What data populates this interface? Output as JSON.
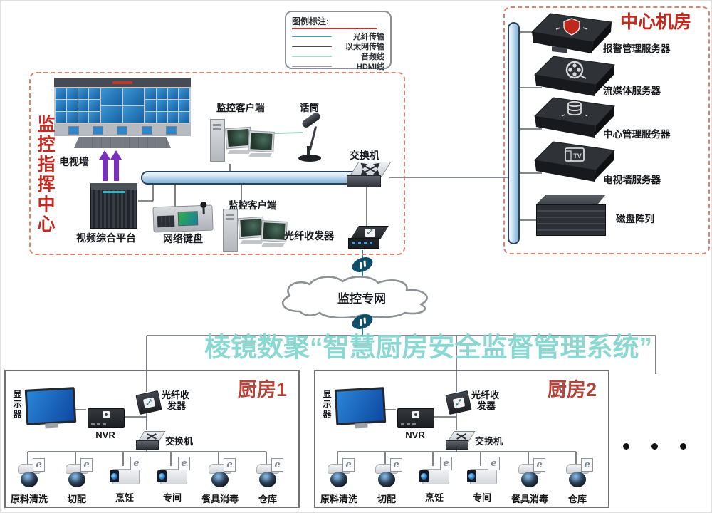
{
  "watermark": {
    "text": "棱镜数聚“智慧厨房安全监督管理系统”",
    "color": "#82d5d0"
  },
  "legend": {
    "title": "图例标注:",
    "items": [
      {
        "label": "光纤传输",
        "color": "#5899a8"
      },
      {
        "label": "以太网传输",
        "color": "#4e4e56"
      },
      {
        "label": "音频线",
        "color": "#a9d9c6"
      },
      {
        "label": "HDMI线",
        "color": "#9b94a4"
      }
    ]
  },
  "command_center": {
    "title": "监控指挥中心",
    "tv_wall_label": "电视墙",
    "platform_label": "视频综合平台",
    "keyboard_label": "网络键盘",
    "client1_label": "监控客户端",
    "client2_label": "监控客户端",
    "mic_label": "话筒",
    "switch_label": "交换机",
    "fiber_label": "光纤收发器"
  },
  "machine_room": {
    "title": "中心机房",
    "servers": [
      {
        "label": "报警管理服务器",
        "icon": "shield-icon"
      },
      {
        "label": "流媒体服务器",
        "icon": "film-reel-icon"
      },
      {
        "label": "中心管理服务器",
        "icon": "database-icon"
      },
      {
        "label": "电视墙服务器",
        "icon": "tv-icon"
      },
      {
        "label": "磁盘阵列",
        "icon": "disk-array"
      }
    ]
  },
  "network": {
    "cloud_label": "监控专网"
  },
  "camera_badge_letter": "e",
  "kitchens": [
    {
      "title": "厨房1",
      "display_label": "显示器",
      "nvr_label": "NVR",
      "fiber_line1": "光纤收",
      "fiber_line2": "发器",
      "switch_label": "交换机",
      "cameras": [
        {
          "label": "原料清洗",
          "type": "dome"
        },
        {
          "label": "切配",
          "type": "dome"
        },
        {
          "label": "烹饪",
          "type": "bullet"
        },
        {
          "label": "专间",
          "type": "bullet"
        },
        {
          "label": "餐具消毒",
          "type": "dome"
        },
        {
          "label": "仓库",
          "type": "dome"
        }
      ]
    },
    {
      "title": "厨房2",
      "display_label": "显示器",
      "nvr_label": "NVR",
      "fiber_line1": "光纤收",
      "fiber_line2": "发器",
      "switch_label": "交换机",
      "cameras": [
        {
          "label": "原料清洗",
          "type": "dome"
        },
        {
          "label": "切配",
          "type": "dome"
        },
        {
          "label": "烹饪",
          "type": "bullet"
        },
        {
          "label": "专间",
          "type": "bullet"
        },
        {
          "label": "餐具消毒",
          "type": "dome"
        },
        {
          "label": "仓库",
          "type": "dome"
        }
      ]
    }
  ],
  "colors": {
    "accent_red": "#c5281c",
    "dashed_border": "#e0826f",
    "bus_fill": "#9cc2e0",
    "bus_border": "#27415e",
    "wire": "#5f6368",
    "fiber_wire": "#2e7d9a",
    "audio_wire": "#93cab7"
  }
}
